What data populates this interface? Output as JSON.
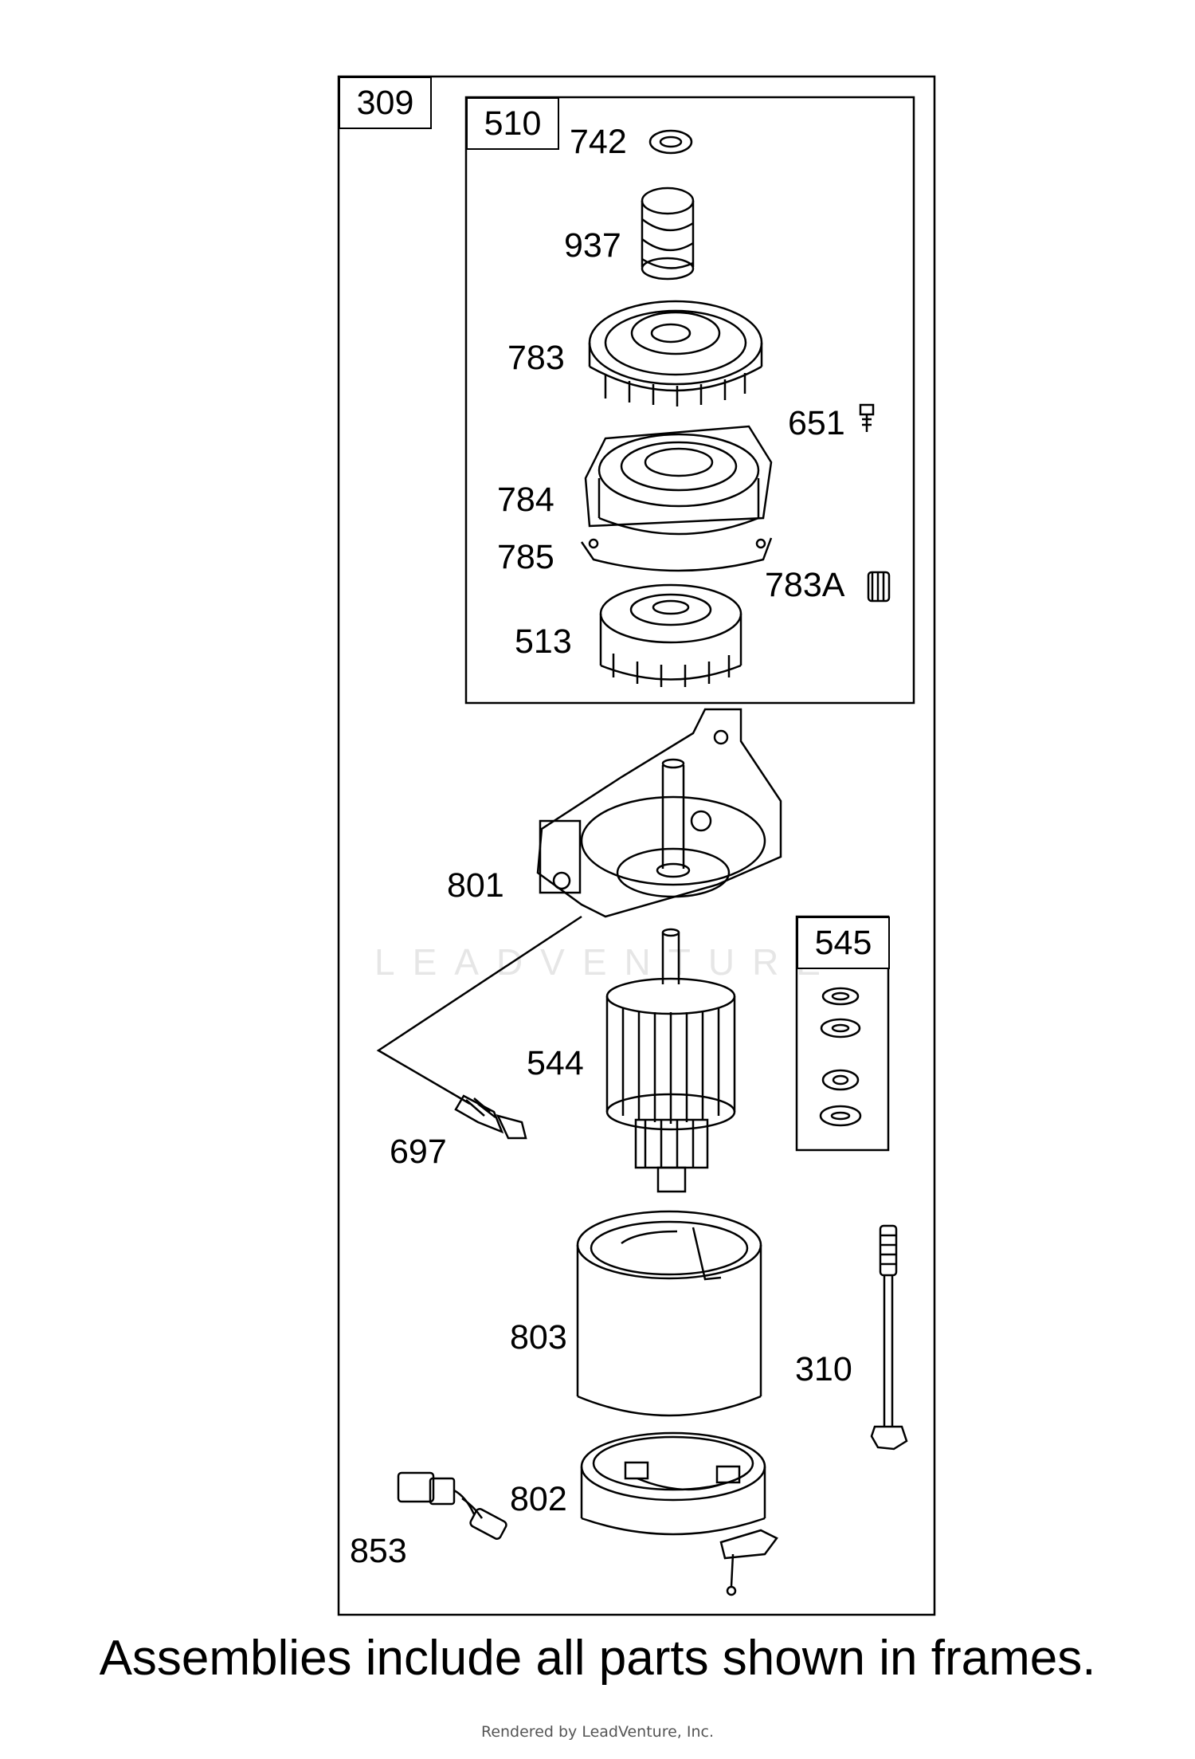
{
  "frames": {
    "outer": "309",
    "upper": "510",
    "washers": "545"
  },
  "parts": {
    "p742": "742",
    "p937": "937",
    "p783": "783",
    "p651": "651",
    "p784": "784",
    "p785": "785",
    "p783a": "783A",
    "p513": "513",
    "p801": "801",
    "p544": "544",
    "p697": "697",
    "p803": "803",
    "p310": "310",
    "p802": "802",
    "p853": "853"
  },
  "caption": "Assemblies include all parts shown in frames.",
  "credit": "Rendered by LeadVenture, Inc.",
  "watermark": "LEADVENTURE"
}
